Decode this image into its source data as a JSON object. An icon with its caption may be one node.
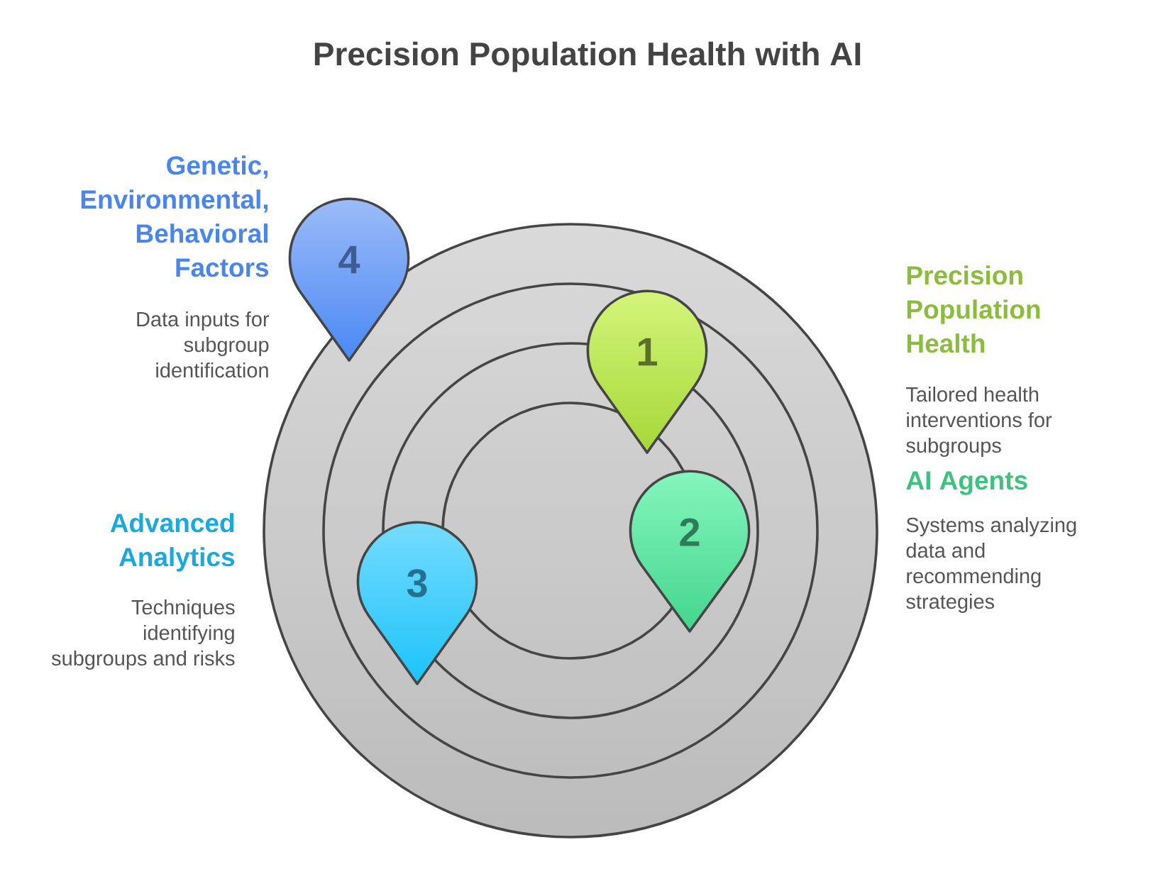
{
  "diagram": {
    "title": "Precision Population Health with AI",
    "nodes": [
      {
        "text": [
          "1"
        ],
        "beside": [
          "Precision Population Health",
          "Tailored health interventions for subgroups"
        ]
      },
      {
        "text": [
          "2"
        ],
        "beside": [
          "AI Agents",
          "Systems analyzing data and recommending strategies"
        ]
      },
      {
        "text": [
          "3"
        ],
        "beside": [
          "Advanced Analytics",
          "Techniques identifying subgroups and risks"
        ]
      },
      {
        "text": [
          "4"
        ],
        "beside": [
          "Genetic, Environmental, Behavioral Factors",
          "Data inputs for subgroup identification"
        ]
      }
    ]
  }
}
